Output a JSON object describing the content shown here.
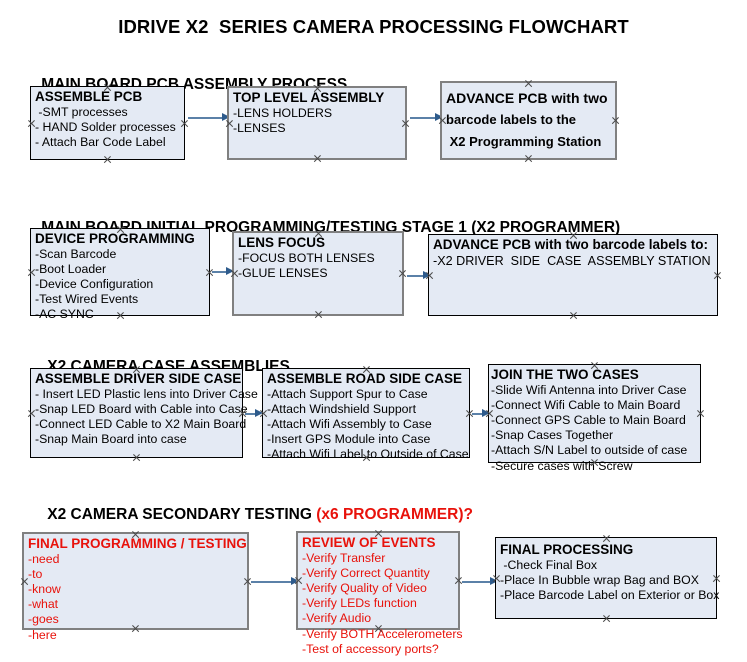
{
  "title": "IDRIVE X2  SERIES CAMERA PROCESSING FLOWCHART",
  "colors": {
    "box_fill": "#e4eaf4",
    "box_border_dark": "#000000",
    "box_border_gray": "#808080",
    "connector": "#5b81a8",
    "accent_red": "#e8120b",
    "text": "#000000"
  },
  "sections": [
    {
      "heading": "MAIN BOARD PCB ASSEMBLY PROCESS",
      "heading_accent": "",
      "boxes": [
        {
          "title": "ASSEMBLE PCB",
          "lines": [
            " -SMT processes",
            "- HAND Solder processes",
            "- Attach Bar Code Label"
          ]
        },
        {
          "title": "TOP LEVEL ASSEMBLY",
          "lines": [
            "-LENS HOLDERS",
            "-LENSES"
          ]
        },
        {
          "title": "ADVANCE PCB with two",
          "lines": [
            "barcode labels to the",
            " X2 Programming Station"
          ]
        }
      ]
    },
    {
      "heading": "MAIN BOARD INITIAL PROGRAMMING/TESTING STAGE 1 (X2 PROGRAMMER)",
      "heading_accent": "",
      "boxes": [
        {
          "title": "DEVICE PROGRAMMING",
          "lines": [
            "-Scan Barcode",
            "-Boot Loader",
            "-Device Configuration",
            "-Test Wired Events",
            "-AC SYNC"
          ]
        },
        {
          "title": "LENS FOCUS",
          "lines": [
            "-FOCUS BOTH LENSES",
            "-GLUE LENSES"
          ]
        },
        {
          "title": "ADVANCE PCB with two barcode labels to:",
          "lines": [
            "-X2 DRIVER  SIDE  CASE  ASSEMBLY STATION"
          ]
        }
      ]
    },
    {
      "heading": "X2 CAMERA CASE ASSEMBLIES",
      "heading_accent": "",
      "boxes": [
        {
          "title": "ASSEMBLE DRIVER SIDE CASE",
          "lines": [
            "- Insert LED Plastic lens into Driver Case",
            "-Snap LED Board with Cable into Case",
            "-Connect LED Cable to X2 Main Board",
            "-Snap Main Board into case"
          ]
        },
        {
          "title": "ASSEMBLE ROAD SIDE CASE",
          "lines": [
            "-Attach Support Spur to Case",
            "-Attach Windshield Support",
            "-Attach Wifi Assembly to Case",
            "-Insert GPS Module into Case",
            "-Attach Wifi Label to Outside of Case"
          ]
        },
        {
          "title": "JOIN THE TWO CASES",
          "lines": [
            "-Slide Wifi Antenna into Driver Case",
            "-Connect Wifi Cable to Main Board",
            "-Connect GPS Cable to Main Board",
            "-Snap Cases Together",
            "-Attach S/N Label to outside of case",
            "-Secure cases with Screw"
          ]
        }
      ]
    },
    {
      "heading": "X2 CAMERA SECONDARY TESTING ",
      "heading_accent": "(x6 PROGRAMMER)?",
      "boxes": [
        {
          "title": "FINAL PROGRAMMING / TESTING",
          "lines": [
            "-need",
            "-to",
            "-know",
            "-what",
            "-goes",
            "-here"
          ]
        },
        {
          "title": "REVIEW OF EVENTS",
          "lines": [
            "-Verify Transfer",
            "-Verify Correct Quantity",
            "-Verify Quality of Video",
            "-Verify LEDs function",
            "-Verify Audio",
            "-Verify BOTH Accelerometers",
            "-Test of accessory ports?"
          ]
        },
        {
          "title": "FINAL PROCESSING",
          "lines": [
            " -Check Final Box",
            "-Place In Bubble wrap Bag and BOX",
            "-Place Barcode Label on Exterior or Box"
          ]
        }
      ]
    }
  ]
}
